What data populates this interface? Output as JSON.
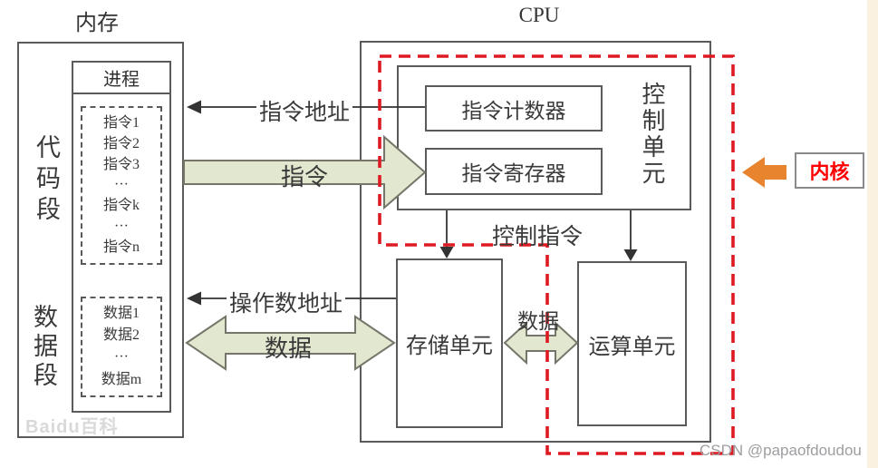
{
  "titles": {
    "memory": "内存",
    "cpu": "CPU"
  },
  "memory": {
    "process_label": "进程",
    "code_segment_label": "代码段",
    "data_segment_label": "数据段",
    "instructions": [
      "指令1",
      "指令2",
      "指令3",
      "···",
      "指令k",
      "···",
      "指令n"
    ],
    "data_items": [
      "数据1",
      "数据2",
      "···",
      "数据m"
    ]
  },
  "cpu": {
    "control_unit_label": "控制单元",
    "instruction_counter_label": "指令计数器",
    "instruction_register_label": "指令寄存器",
    "storage_unit_label": "存储单元",
    "alu_unit_label": "运算单元"
  },
  "arrows": {
    "instruction_address_label": "指令地址",
    "instruction_label": "指令",
    "operand_address_label": "操作数地址",
    "data_memory_label": "数据",
    "control_instruction_label": "控制指令",
    "data_internal_label": "数据"
  },
  "kernel": {
    "label": "内核"
  },
  "watermarks": {
    "baidu": "Baidu百科",
    "csdn": "CSDN @papaofdoudou"
  },
  "colors": {
    "red_dash": "#dd1a21",
    "orange_arrow": "#e8832e",
    "green_arrow_fill": "#e2e7cf",
    "green_arrow_stroke": "#75756a",
    "kernel_text": "#ff0000",
    "box_border": "#5a5a5a",
    "cream_strip": "#fbf1e1"
  }
}
